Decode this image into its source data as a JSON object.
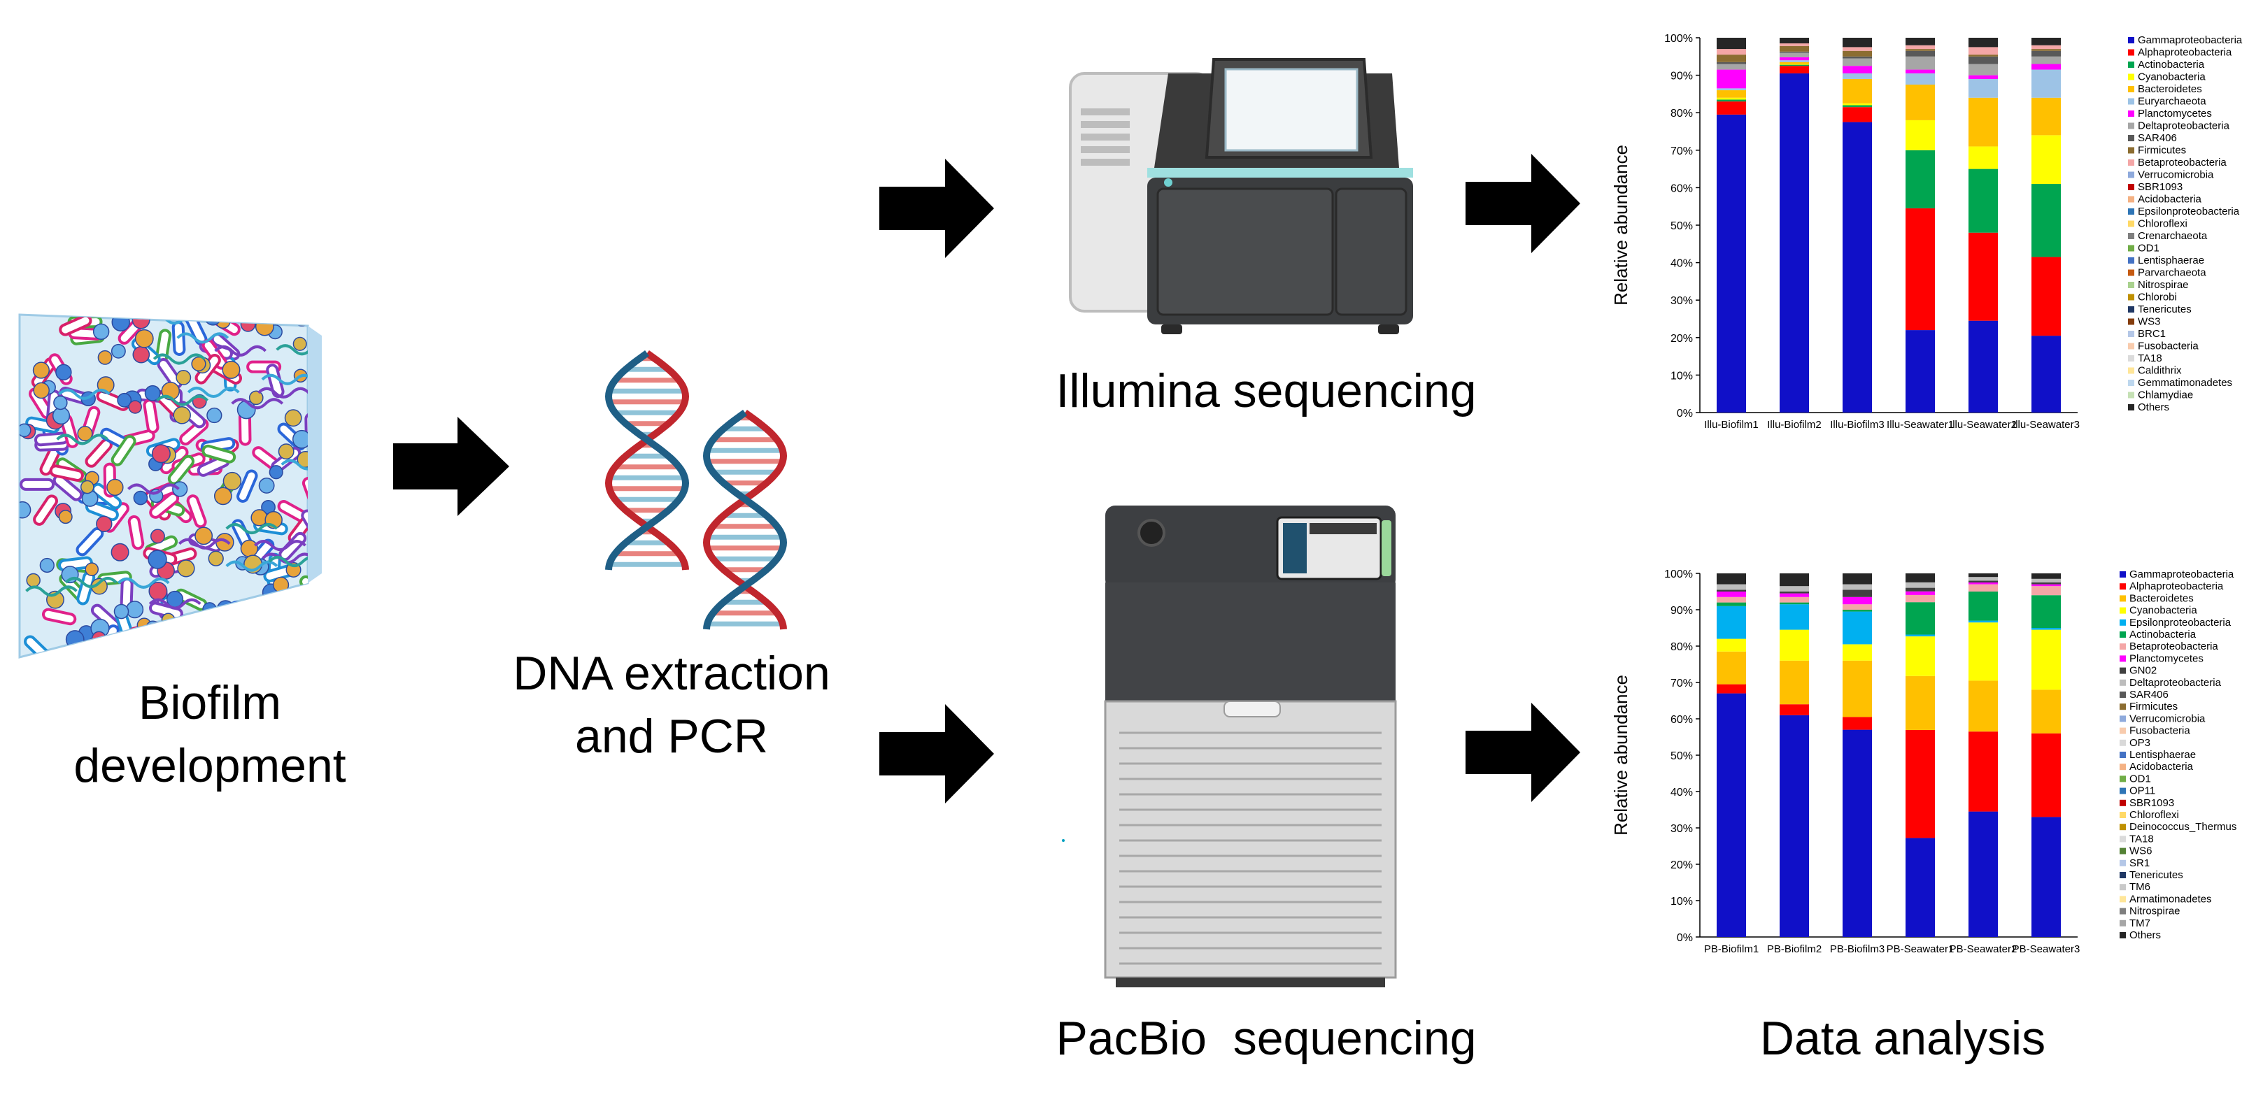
{
  "steps": {
    "biofilm": {
      "line1": "Biofilm",
      "line2": "development"
    },
    "dna": {
      "line1": "DNA extraction",
      "line2": "and PCR"
    },
    "illumina": {
      "label": "Illumina sequencing"
    },
    "pacbio": {
      "label": "PacBio  sequencing"
    },
    "analysis": {
      "label": "Data analysis"
    }
  },
  "chart_data": [
    {
      "type": "bar",
      "stacked": true,
      "title": "",
      "ylabel": "Relative abundance",
      "ylim": [
        0,
        100
      ],
      "yticks": [
        "0%",
        "10%",
        "20%",
        "30%",
        "40%",
        "50%",
        "60%",
        "70%",
        "80%",
        "90%",
        "100%"
      ],
      "categories": [
        "Illu-Biofilm1",
        "Illu-Biofilm2",
        "Illu-Biofilm3",
        "Illu-Seawater1",
        "Illu-Seawater2",
        "Illu-Seawater3"
      ],
      "legend_position": "right",
      "legend": [
        {
          "name": "Gammaproteobacteria",
          "color": "#1010c8"
        },
        {
          "name": "Alphaproteobacteria",
          "color": "#ff0000"
        },
        {
          "name": "Actinobacteria",
          "color": "#00a550"
        },
        {
          "name": "Cyanobacteria",
          "color": "#ffff00"
        },
        {
          "name": "Bacteroidetes",
          "color": "#ffc000"
        },
        {
          "name": "Euryarchaeota",
          "color": "#9dc3e6"
        },
        {
          "name": "Planctomycetes",
          "color": "#ff00ff"
        },
        {
          "name": "Deltaproteobacteria",
          "color": "#a6a6a6"
        },
        {
          "name": "SAR406",
          "color": "#595959"
        },
        {
          "name": "Firmicutes",
          "color": "#8c6d31"
        },
        {
          "name": "Betaproteobacteria",
          "color": "#f4a6a6"
        },
        {
          "name": "Verrucomicrobia",
          "color": "#8faadc"
        },
        {
          "name": "SBR1093",
          "color": "#c00000"
        },
        {
          "name": "Acidobacteria",
          "color": "#f4b183"
        },
        {
          "name": "Epsilonproteobacteria",
          "color": "#2e75b6"
        },
        {
          "name": "Chloroflexi",
          "color": "#ffd966"
        },
        {
          "name": "Crenarchaeota",
          "color": "#7f7f7f"
        },
        {
          "name": "OD1",
          "color": "#70ad47"
        },
        {
          "name": "Lentisphaerae",
          "color": "#4472c4"
        },
        {
          "name": "Parvarchaeota",
          "color": "#c55a11"
        },
        {
          "name": "Nitrospirae",
          "color": "#a9d18e"
        },
        {
          "name": "Chlorobi",
          "color": "#bf9000"
        },
        {
          "name": "Tenericutes",
          "color": "#203864"
        },
        {
          "name": "WS3",
          "color": "#843c0c"
        },
        {
          "name": "BRC1",
          "color": "#b4c7e7"
        },
        {
          "name": "Fusobacteria",
          "color": "#f8cbad"
        },
        {
          "name": "TA18",
          "color": "#dbdbdb"
        },
        {
          "name": "Caldithrix",
          "color": "#ffe699"
        },
        {
          "name": "Gemmatimonadetes",
          "color": "#bdd7ee"
        },
        {
          "name": "Chlamydiae",
          "color": "#c5e0b4"
        },
        {
          "name": "Others",
          "color": "#262626"
        }
      ],
      "series": [
        {
          "name": "Gammaproteobacteria",
          "values": [
            79.5,
            90.5,
            77.5,
            22,
            24.5,
            20.5
          ]
        },
        {
          "name": "Alphaproteobacteria",
          "values": [
            3.5,
            2,
            4,
            32.5,
            23.5,
            21
          ]
        },
        {
          "name": "Actinobacteria",
          "values": [
            0.5,
            0.3,
            0.5,
            15.5,
            17,
            19.5
          ]
        },
        {
          "name": "Cyanobacteria",
          "values": [
            0.5,
            0.2,
            0.5,
            8,
            6,
            13
          ]
        },
        {
          "name": "Bacteroidetes",
          "values": [
            2,
            0.5,
            6.5,
            9.5,
            13,
            10
          ]
        },
        {
          "name": "Euryarchaeota",
          "values": [
            0.5,
            0.5,
            1.5,
            3,
            5,
            7.5
          ]
        },
        {
          "name": "Planctomycetes",
          "values": [
            5,
            0.8,
            2,
            1,
            1,
            1.5
          ]
        },
        {
          "name": "Deltaproteobacteria",
          "values": [
            1.5,
            1.2,
            2,
            3.5,
            3,
            2
          ]
        },
        {
          "name": "SAR406",
          "values": [
            0.5,
            0.3,
            0.5,
            1.5,
            2,
            1.5
          ]
        },
        {
          "name": "Firmicutes",
          "values": [
            2,
            1.5,
            1.5,
            0.5,
            0.5,
            0.5
          ]
        },
        {
          "name": "Betaproteobacteria",
          "values": [
            1.5,
            0.7,
            1,
            1,
            2,
            1
          ]
        },
        {
          "name": "Others",
          "values": [
            3,
            1.5,
            2.5,
            2,
            2.5,
            2
          ]
        }
      ]
    },
    {
      "type": "bar",
      "stacked": true,
      "title": "",
      "ylabel": "Relative abundance",
      "ylim": [
        0,
        100
      ],
      "yticks": [
        "0%",
        "10%",
        "20%",
        "30%",
        "40%",
        "50%",
        "60%",
        "70%",
        "80%",
        "90%",
        "100%"
      ],
      "categories": [
        "PB-Biofilm1",
        "PB-Biofilm2",
        "PB-Biofilm3",
        "PB-Seawater1",
        "PB-Seawater2",
        "PB-Seawater3"
      ],
      "legend_position": "right",
      "legend": [
        {
          "name": "Gammaproteobacteria",
          "color": "#1010c8"
        },
        {
          "name": "Alphaproteobacteria",
          "color": "#ff0000"
        },
        {
          "name": "Bacteroidetes",
          "color": "#ffc000"
        },
        {
          "name": "Cyanobacteria",
          "color": "#ffff00"
        },
        {
          "name": "Epsilonproteobacteria",
          "color": "#00b0f0"
        },
        {
          "name": "Actinobacteria",
          "color": "#00a550"
        },
        {
          "name": "Betaproteobacteria",
          "color": "#f4a6a6"
        },
        {
          "name": "Planctomycetes",
          "color": "#ff00ff"
        },
        {
          "name": "GN02",
          "color": "#404040"
        },
        {
          "name": "Deltaproteobacteria",
          "color": "#bdbdbd"
        },
        {
          "name": "SAR406",
          "color": "#595959"
        },
        {
          "name": "Firmicutes",
          "color": "#8c6d31"
        },
        {
          "name": "Verrucomicrobia",
          "color": "#8faadc"
        },
        {
          "name": "Fusobacteria",
          "color": "#f8cbad"
        },
        {
          "name": "OP3",
          "color": "#d9d9d9"
        },
        {
          "name": "Lentisphaerae",
          "color": "#4472c4"
        },
        {
          "name": "Acidobacteria",
          "color": "#f4b183"
        },
        {
          "name": "OD1",
          "color": "#70ad47"
        },
        {
          "name": "OP11",
          "color": "#2e75b6"
        },
        {
          "name": "SBR1093",
          "color": "#c00000"
        },
        {
          "name": "Chloroflexi",
          "color": "#ffd966"
        },
        {
          "name": "Deinococcus_Thermus",
          "color": "#bf9000"
        },
        {
          "name": "TA18",
          "color": "#dbdbdb"
        },
        {
          "name": "WS6",
          "color": "#548235"
        },
        {
          "name": "SR1",
          "color": "#b4c7e7"
        },
        {
          "name": "Tenericutes",
          "color": "#203864"
        },
        {
          "name": "TM6",
          "color": "#c9c9c9"
        },
        {
          "name": "Armatimonadetes",
          "color": "#ffe699"
        },
        {
          "name": "Nitrospirae",
          "color": "#7f7f7f"
        },
        {
          "name": "TM7",
          "color": "#a6a6a6"
        },
        {
          "name": "Others",
          "color": "#262626"
        }
      ],
      "series": [
        {
          "name": "Gammaproteobacteria",
          "values": [
            67,
            61,
            57,
            27.5,
            34.5,
            33
          ]
        },
        {
          "name": "Alphaproteobacteria",
          "values": [
            2.5,
            3,
            3.5,
            30,
            22,
            23
          ]
        },
        {
          "name": "Bacteroidetes",
          "values": [
            9,
            12,
            15.5,
            15,
            14,
            12
          ]
        },
        {
          "name": "Cyanobacteria",
          "values": [
            3.5,
            8.5,
            4.5,
            11,
            16,
            16.5
          ]
        },
        {
          "name": "Epsilonproteobacteria",
          "values": [
            9,
            7,
            9,
            0.5,
            0.5,
            0.5
          ]
        },
        {
          "name": "Actinobacteria",
          "values": [
            1,
            0.5,
            0.5,
            9,
            8,
            9
          ]
        },
        {
          "name": "Betaproteobacteria",
          "values": [
            1.5,
            1.5,
            1.5,
            2,
            2,
            2.5
          ]
        },
        {
          "name": "Planctomycetes",
          "values": [
            1.5,
            1,
            2,
            1,
            0.5,
            0.5
          ]
        },
        {
          "name": "GN02",
          "values": [
            0.5,
            0.5,
            2,
            1,
            0.5,
            0.5
          ]
        },
        {
          "name": "Deltaproteobacteria",
          "values": [
            1.5,
            1.5,
            1.5,
            1.5,
            1,
            1
          ]
        },
        {
          "name": "Others",
          "values": [
            3,
            3.5,
            3,
            2.5,
            1,
            1.5
          ]
        }
      ]
    }
  ]
}
